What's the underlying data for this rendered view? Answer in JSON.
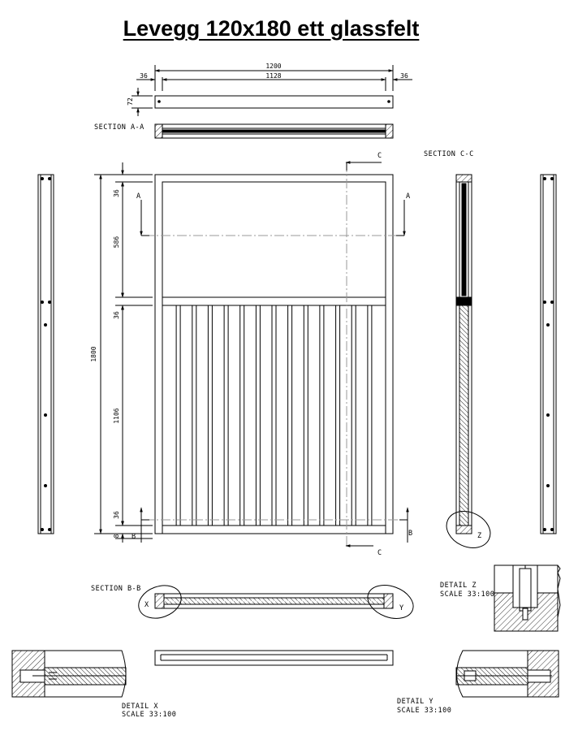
{
  "title": "Levegg 120x180 ett glassfelt",
  "dimensions": {
    "overall_width": "1200",
    "inner_width": "1128",
    "post_width_left": "36",
    "post_width_right": "36",
    "top_rail_height": "72",
    "overall_height": "1800",
    "top_rail": "36",
    "glass_panel": "586",
    "mid_rail": "36",
    "slat_section": "1106",
    "bottom_rail": "36",
    "bottom_gap": "8"
  },
  "sections": {
    "aa": "SECTION  A-A",
    "bb": "SECTION  B-B",
    "cc": "SECTION  C-C",
    "marker_a": "A",
    "marker_b": "B",
    "marker_c": "C"
  },
  "details": {
    "x_label": "X",
    "y_label": "Y",
    "z_label": "Z",
    "detail_x": "DETAIL  X",
    "detail_y": "DETAIL  Y",
    "detail_z": "DETAIL  Z",
    "scale": "SCALE  33:100"
  },
  "slat_count": 13
}
